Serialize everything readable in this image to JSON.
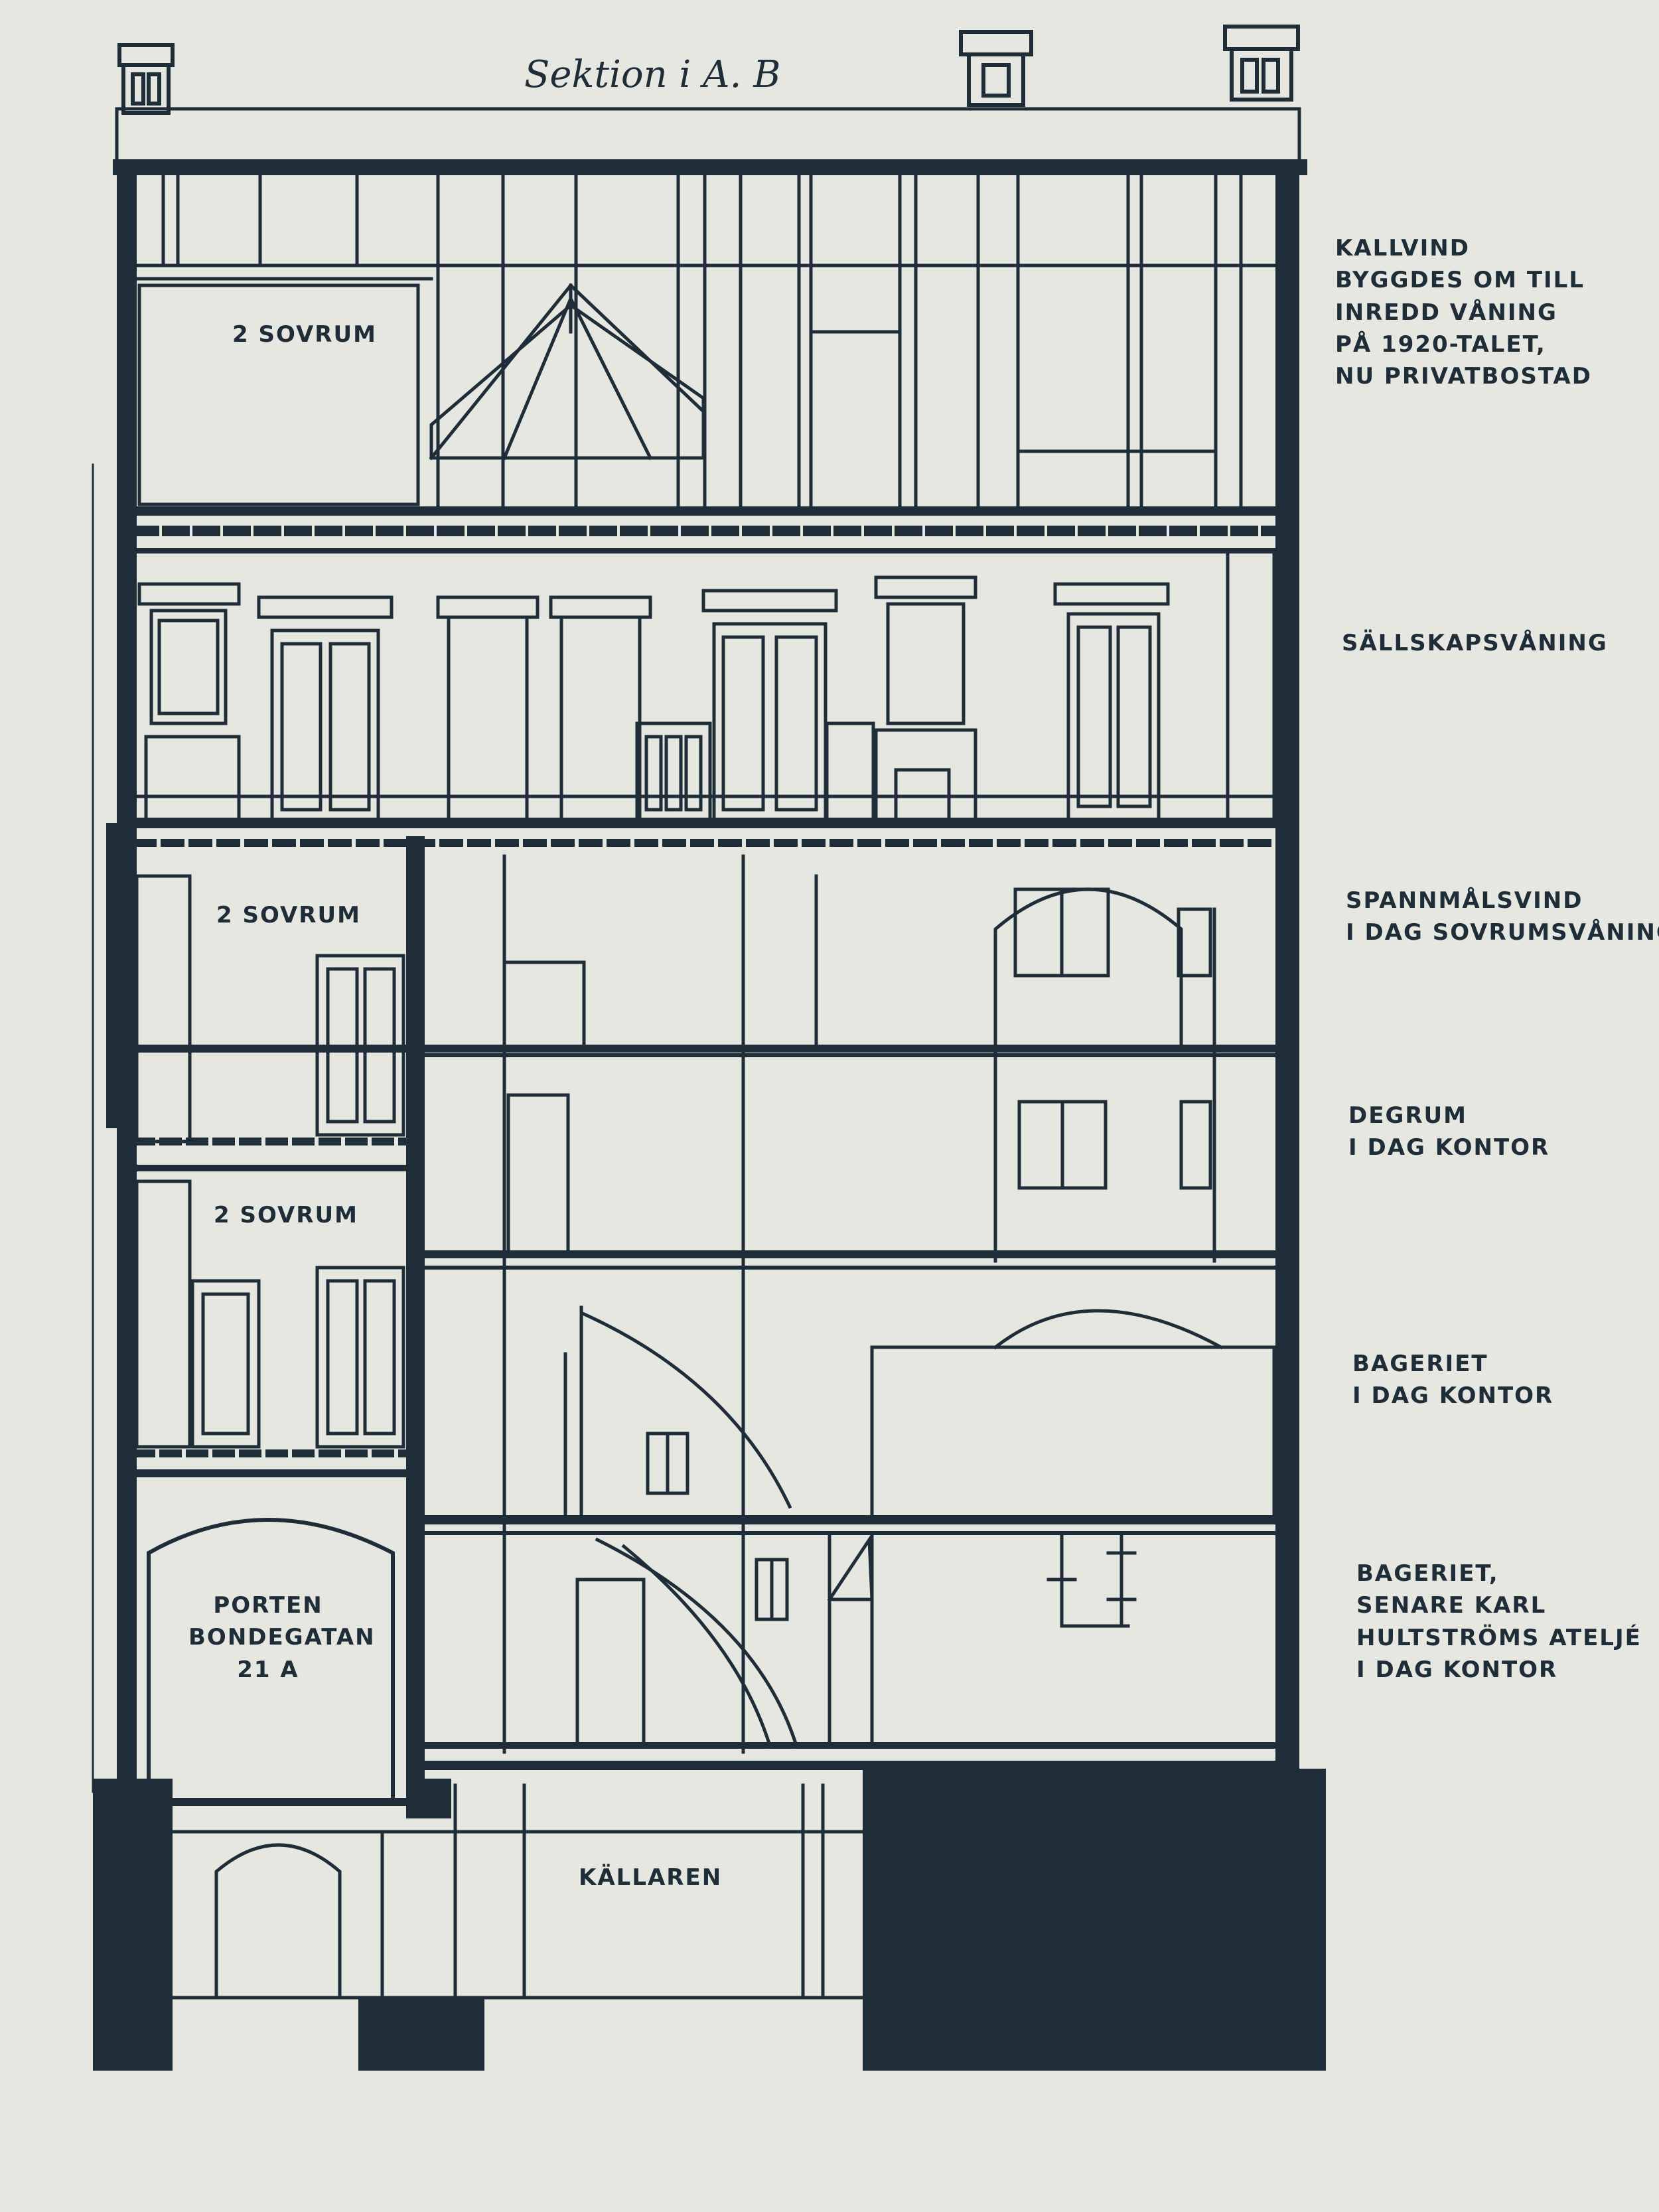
{
  "title": "Sektion i A. B",
  "colors": {
    "paper": "#e6e7e1",
    "ink": "#1f2d38"
  },
  "floor_labels": [
    {
      "id": "kallvind",
      "lines": [
        "KALLVIND",
        "BYGGDES OM TILL",
        "INREDD VÅNING",
        "PÅ 1920-TALET,",
        "NU PRIVATBOSTAD"
      ]
    },
    {
      "id": "sallskap",
      "lines": [
        "SÄLLSKAPSVÅNING"
      ]
    },
    {
      "id": "spannmal",
      "lines": [
        "SPANNMÅLSVIND",
        "I DAG SOVRUMSVÅNING"
      ]
    },
    {
      "id": "degrum",
      "lines": [
        "DEGRUM",
        "I DAG KONTOR"
      ]
    },
    {
      "id": "bageriet1",
      "lines": [
        "BAGERIET",
        "I DAG KONTOR"
      ]
    },
    {
      "id": "bageriet2",
      "lines": [
        "BAGERIET,",
        "SENARE KARL",
        "HULTSTRÖMS ATELJÉ",
        "I DAG KONTOR"
      ]
    }
  ],
  "room_labels": [
    {
      "id": "sovrum-attic",
      "lines": [
        "2 SOVRUM"
      ]
    },
    {
      "id": "sovrum-3",
      "lines": [
        "2 SOVRUM"
      ]
    },
    {
      "id": "sovrum-2",
      "lines": [
        "2 SOVRUM"
      ]
    },
    {
      "id": "porten",
      "lines": [
        "PORTEN",
        "BONDEGATAN",
        "21 A"
      ]
    },
    {
      "id": "kallaren",
      "lines": [
        "KÄLLAREN"
      ]
    }
  ]
}
